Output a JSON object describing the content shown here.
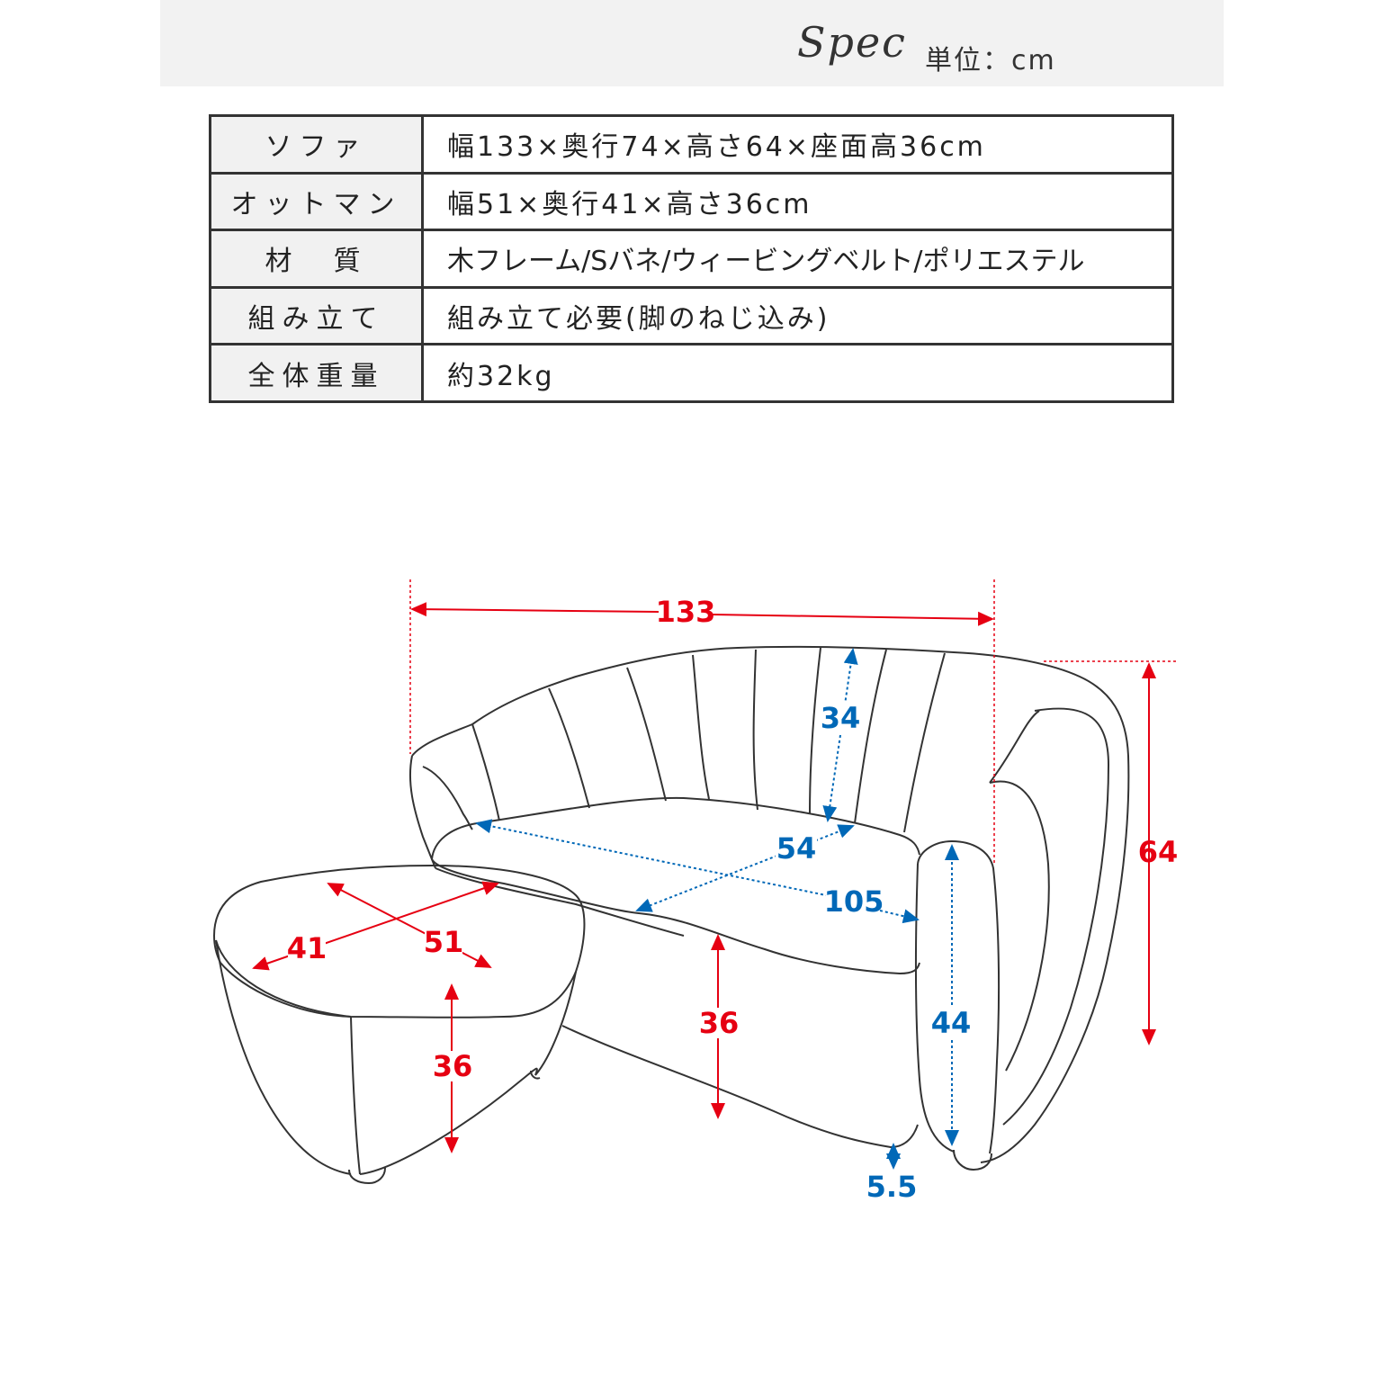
{
  "header": {
    "title": "Spec",
    "unit": "単位：cm"
  },
  "spec_rows": [
    {
      "label": "ソファ",
      "value": "幅133×奥行74×高さ64×座面高36cm"
    },
    {
      "label": "オットマン",
      "value": "幅51×奥行41×高さ36cm"
    },
    {
      "label": "材　質",
      "value": "木フレーム/Sバネ/ウィービングベルト/ポリエステル"
    },
    {
      "label": "組み立て",
      "value": "組み立て必要(脚のねじ込み)"
    },
    {
      "label": "全体重量",
      "value": "約32kg"
    }
  ],
  "diagram": {
    "colors": {
      "red": "#e60012",
      "blue": "#0068b7",
      "line": "#333333"
    },
    "dimensions": {
      "sofa_width": "133",
      "sofa_height": "64",
      "back_height": "34",
      "seat_depth": "54",
      "seat_width": "105",
      "seat_height": "36",
      "arm_height": "44",
      "leg_height": "5.5",
      "ottoman_depth": "41",
      "ottoman_width": "51",
      "ottoman_height": "36"
    }
  }
}
